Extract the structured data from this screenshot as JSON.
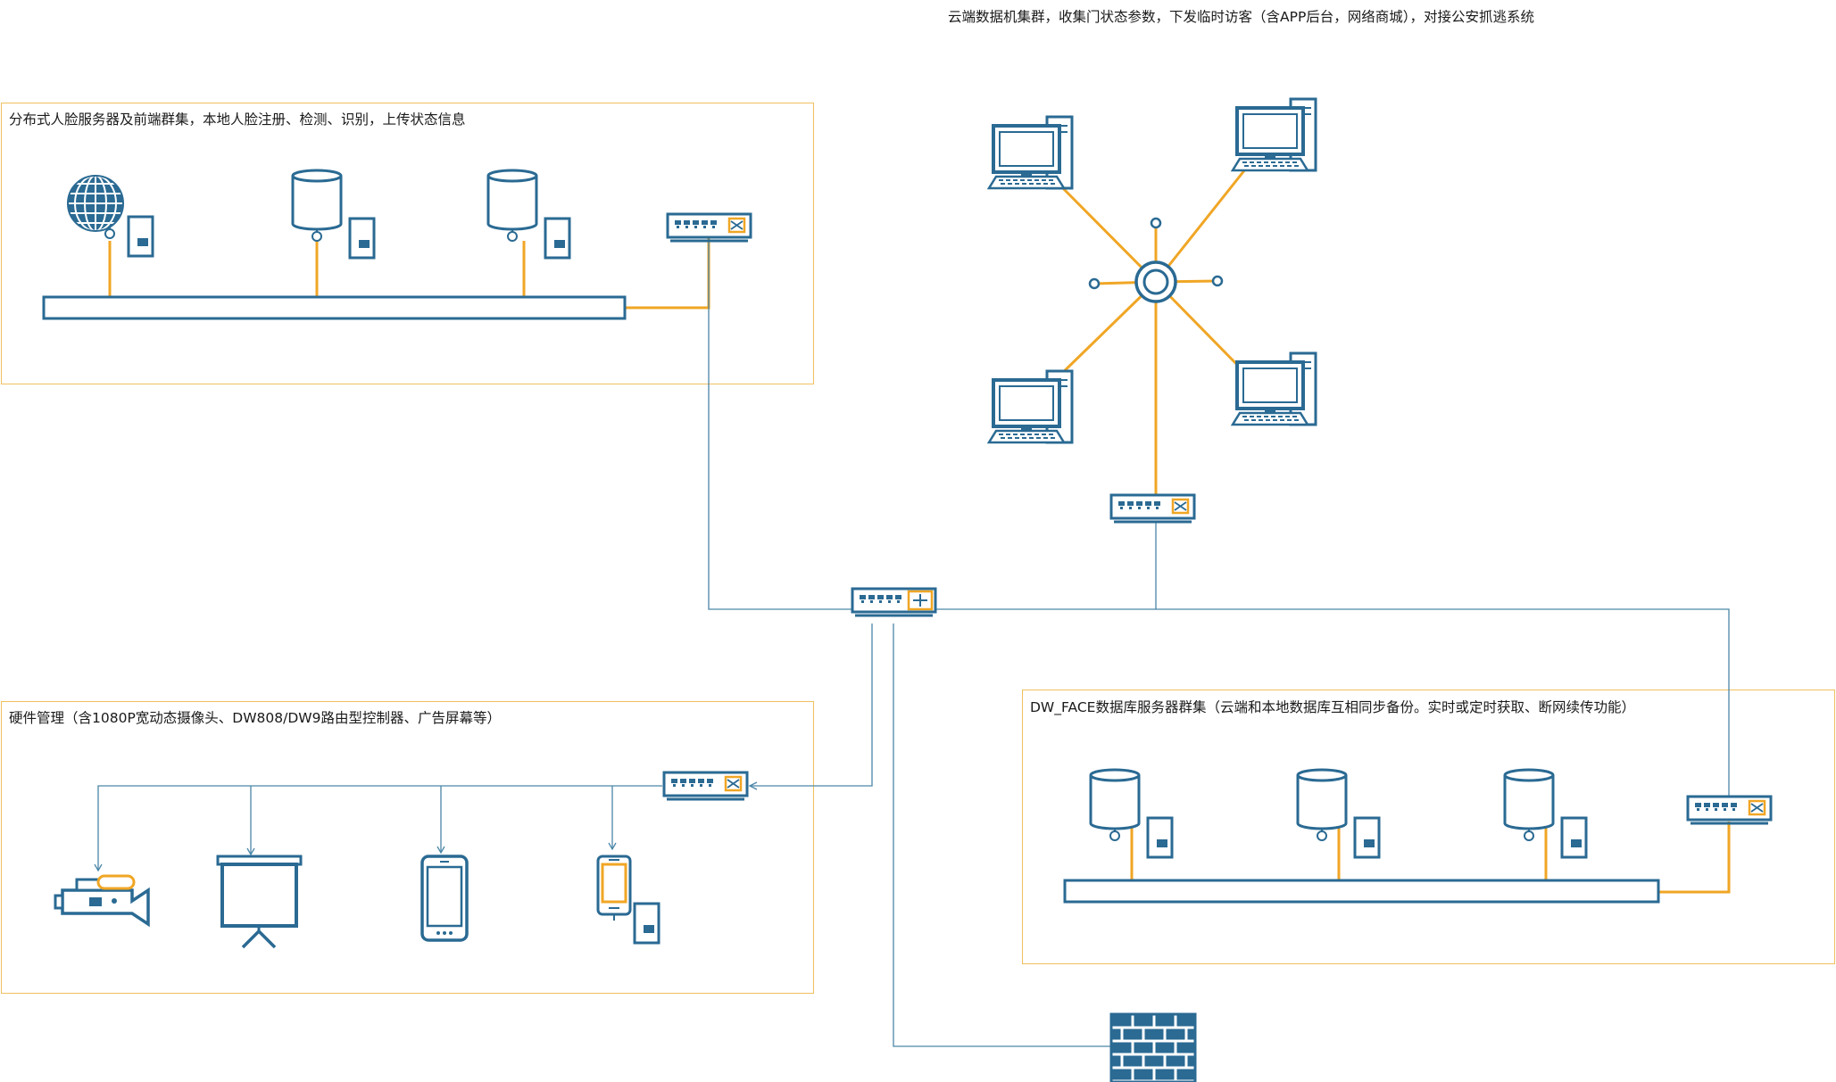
{
  "diagram": {
    "cloud_caption": "云端数据机集群，收集门状态参数，下发临时访客（含APP后台，网络商城），对接公安抓逃系统",
    "groups": {
      "face_servers": {
        "title": "分布式人脸服务器及前端群集，本地人脸注册、检测、识别，上传状态信息"
      },
      "hardware": {
        "title": "硬件管理（含1080P宽动态摄像头、DW808/DW9路由型控制器、广告屏幕等）"
      },
      "database": {
        "title": "DW_FACE数据库服务器群集（云端和本地数据库互相同步备份。实时或定时获取、断网续传功能）"
      }
    },
    "colors": {
      "device_blue": "#2a6a93",
      "link_orange": "#f0a625",
      "thin_link": "#4a86a8",
      "group_border": "#f0c060"
    }
  }
}
